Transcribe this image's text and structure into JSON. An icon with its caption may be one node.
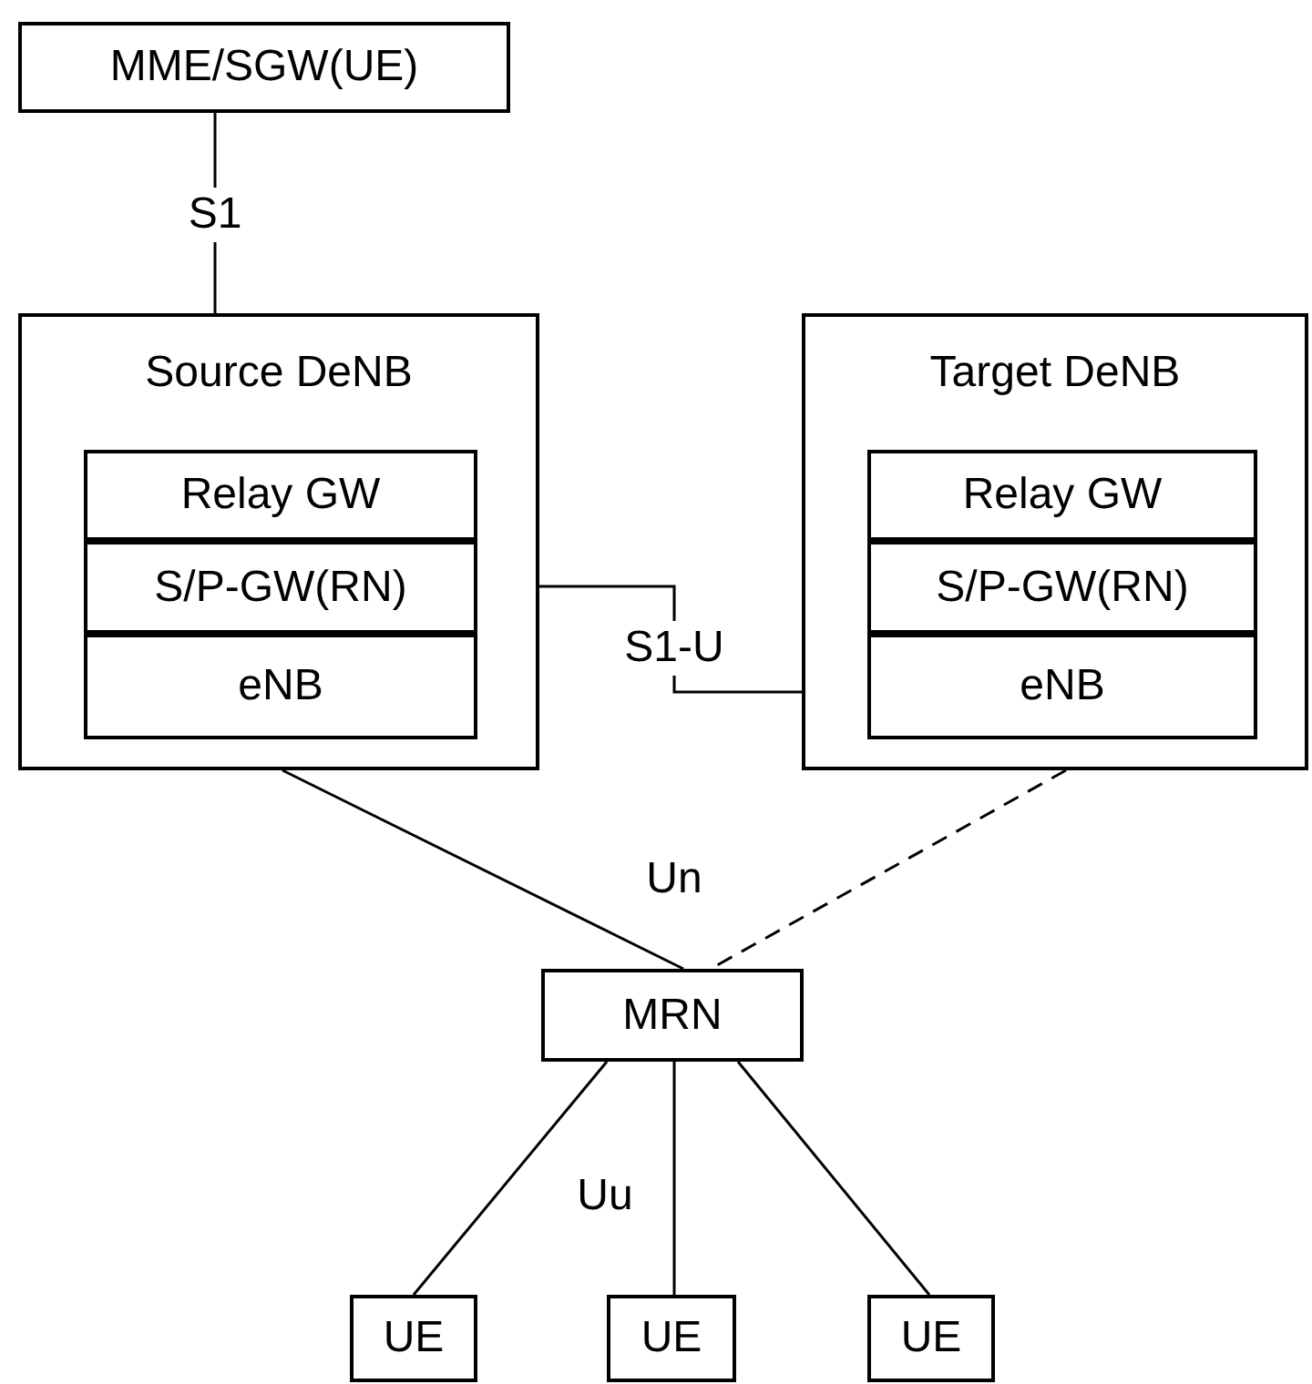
{
  "diagram": {
    "nodes": [
      {
        "text": [
          "MME/SGW(UE)"
        ]
      },
      {
        "text": [
          "Source DeNB"
        ]
      },
      {
        "text": [
          "Relay GW"
        ],
        "in": 1
      },
      {
        "text": [
          "S/P-GW(RN)"
        ],
        "in": 1
      },
      {
        "text": [
          "eNB"
        ],
        "in": 1
      },
      {
        "text": [
          "Target DeNB"
        ]
      },
      {
        "text": [
          "Relay GW"
        ],
        "in": 5
      },
      {
        "text": [
          "S/P-GW(RN)"
        ],
        "in": 5
      },
      {
        "text": [
          "eNB"
        ],
        "in": 5
      },
      {
        "text": [
          "MRN"
        ]
      },
      {
        "text": [
          "UE"
        ]
      },
      {
        "text": [
          "UE"
        ]
      },
      {
        "text": [
          "UE"
        ]
      }
    ],
    "edges": [
      {
        "from": 0,
        "to": 1,
        "arrow": "none",
        "label": "S1"
      },
      {
        "from": 3,
        "to": 8,
        "arrow": "none",
        "label": "S1-U"
      },
      {
        "from": 1,
        "to": 9,
        "arrow": "none"
      },
      {
        "from": 5,
        "to": 9,
        "arrow": "none",
        "style": "dashed"
      },
      {
        "from": 9,
        "to": 10,
        "arrow": "none"
      },
      {
        "from": 9,
        "to": 11,
        "arrow": "none"
      },
      {
        "from": 9,
        "to": 12,
        "arrow": "none"
      }
    ],
    "labels": [
      "Un",
      "Uu"
    ]
  }
}
